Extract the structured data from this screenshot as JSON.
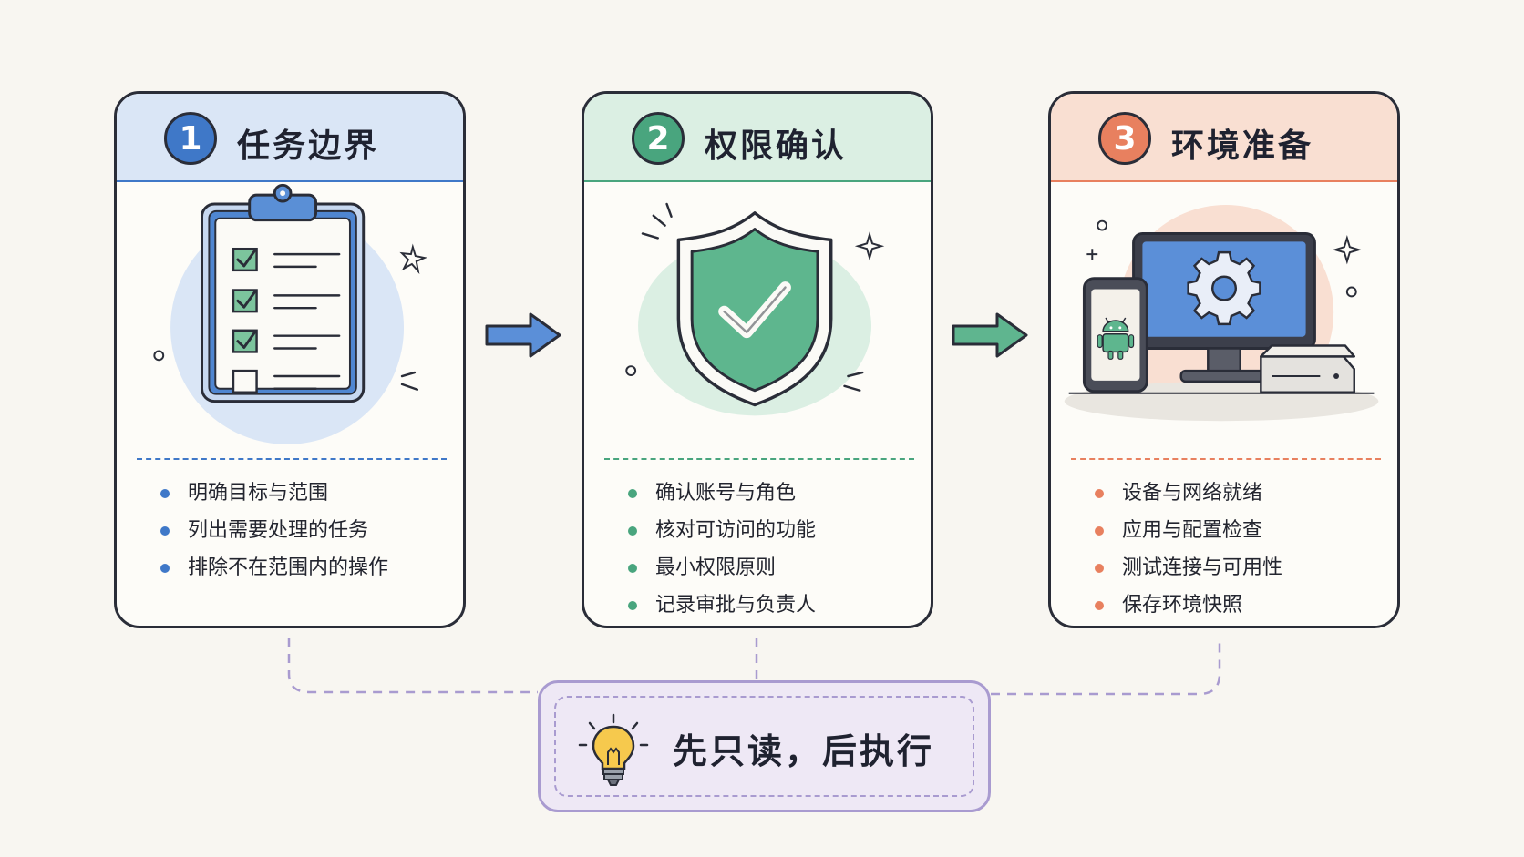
{
  "steps": [
    {
      "number": "1",
      "title": "任务边界",
      "color": "#3f78c8",
      "head_bg": "#dae6f6",
      "items": [
        "明确目标与范围",
        "列出需要处理的任务",
        "排除不在范围内的操作"
      ]
    },
    {
      "number": "2",
      "title": "权限确认",
      "color": "#49a57e",
      "head_bg": "#dbefe3",
      "items": [
        "确认账号与角色",
        "核对可访问的功能",
        "最小权限原则",
        "记录审批与负责人"
      ]
    },
    {
      "number": "3",
      "title": "环境准备",
      "color": "#e8805f",
      "head_bg": "#f9dfd2",
      "items": [
        "设备与网络就绪",
        "应用与配置检查",
        "测试连接与可用性",
        "保存环境快照"
      ]
    }
  ],
  "tip": {
    "text": "先只读，后执行",
    "icon": "lightbulb-icon",
    "color": "#a99bd0"
  }
}
